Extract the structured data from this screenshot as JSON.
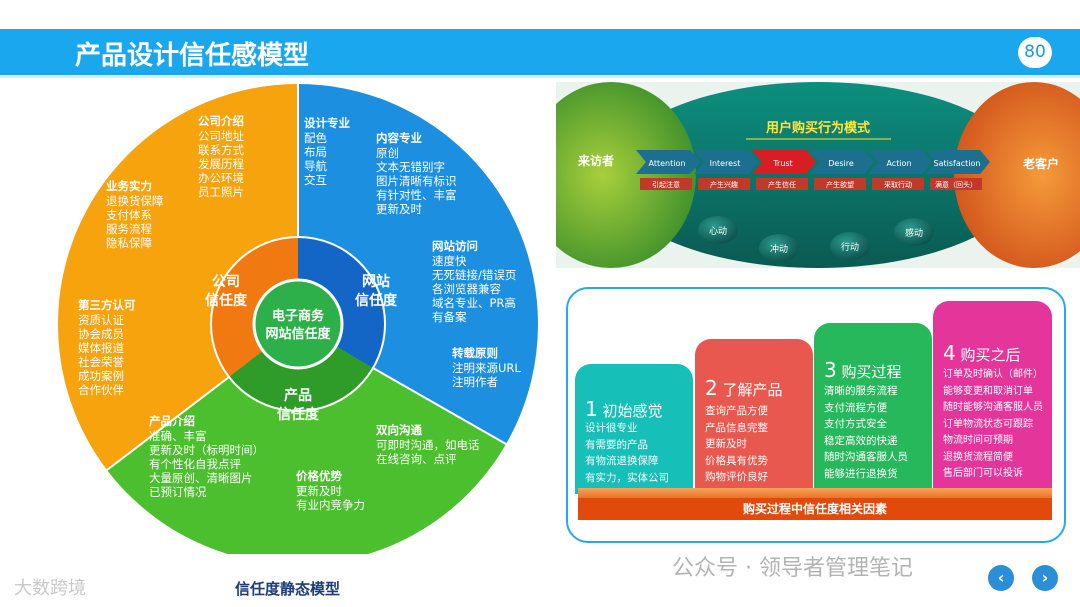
{
  "header": {
    "title": "产品设计信任感模型",
    "page_number": "80"
  },
  "wheel": {
    "center": [
      "电子商务",
      "网站信任度"
    ],
    "inner": {
      "company": [
        "公司",
        "信任度"
      ],
      "website": [
        "网站",
        "信任度"
      ],
      "product": [
        "产品",
        "信任度"
      ]
    },
    "sections": {
      "company_intro": {
        "title": "公司介绍",
        "items": [
          "公司地址",
          "联系方式",
          "发展历程",
          "办公环境",
          "员工照片"
        ]
      },
      "business": {
        "title": "业务实力",
        "items": [
          "退换货保障",
          "支付体系",
          "服务流程",
          "隐私保障"
        ]
      },
      "third_party": {
        "title": "第三方认可",
        "items": [
          "资质认证",
          "协会成员",
          "媒体报道",
          "社会荣誉",
          "成功案例",
          "合作伙伴"
        ]
      },
      "design": {
        "title": "设计专业",
        "items": [
          "配色",
          "布局",
          "导航",
          "交互"
        ]
      },
      "content": {
        "title": "内容专业",
        "items": [
          "原创",
          "文本无错别字",
          "图片清晰有标识",
          "有针对性、丰富",
          "更新及时"
        ]
      },
      "access": {
        "title": "网站访问",
        "items": [
          "速度快",
          "无死链接/错误页",
          "各浏览器兼容",
          "域名专业、PR高",
          "有备案"
        ]
      },
      "repost": {
        "title": "转载原则",
        "items": [
          "注明来源URL",
          "注明作者"
        ]
      },
      "product_intro": {
        "title": "产品介绍",
        "items": [
          "准确、丰富",
          "更新及时（标明时间）",
          "有个性化自我点评",
          "大量原创、清晰图片",
          "已预订情况"
        ]
      },
      "price": {
        "title": "价格优势",
        "items": [
          "更新及时",
          "有业内竞争力"
        ]
      },
      "communication": {
        "title": "双向沟通",
        "items": [
          "可即时沟通，如电话",
          "在线咨询、点评"
        ]
      }
    },
    "caption": "信任度静态模型"
  },
  "funnel": {
    "title": "用户购买行为模式",
    "left": "来访者",
    "right": "老客户",
    "steps": [
      {
        "en": "Attention",
        "cn": "引起注意"
      },
      {
        "en": "Interest",
        "cn": "产生兴趣"
      },
      {
        "en": "Trust",
        "cn": "产生信任"
      },
      {
        "en": "Desire",
        "cn": "产生欲望"
      },
      {
        "en": "Action",
        "cn": "采取行动"
      },
      {
        "en": "Satisfaction",
        "cn": "满意（回头）"
      }
    ],
    "bubbles": [
      "心动",
      "冲动",
      "行动",
      "感动"
    ]
  },
  "stages": {
    "items": [
      {
        "num": "1",
        "title": "初始感觉",
        "lines": [
          "设计很专业",
          "有需要的产品",
          "有物流退换保障",
          "有实力，实体公司"
        ]
      },
      {
        "num": "2",
        "title": "了解产品",
        "lines": [
          "查询产品方便",
          "产品信息完整",
          "更新及时",
          "价格具有优势",
          "购物评价良好"
        ]
      },
      {
        "num": "3",
        "title": "购买过程",
        "lines": [
          "清晰的服务流程",
          "支付流程方便",
          "支付方式安全",
          "稳定高效的快递",
          "随时沟通客服人员",
          "能够进行退换货"
        ]
      },
      {
        "num": "4",
        "title": "购买之后",
        "lines": [
          "订单及时确认（邮件）",
          "能够变更和取消订单",
          "随时能够沟通客服人员",
          "订单物流状态可跟踪",
          "物流时间可预期",
          "退换货流程简便",
          "售后部门可以投诉"
        ]
      }
    ],
    "footer": "购买过程中信任度相关因素"
  },
  "watermark": "公众号 · 领导者管理笔记",
  "brand": "大数跨境",
  "nav": {
    "prev": "‹",
    "next": "›"
  }
}
